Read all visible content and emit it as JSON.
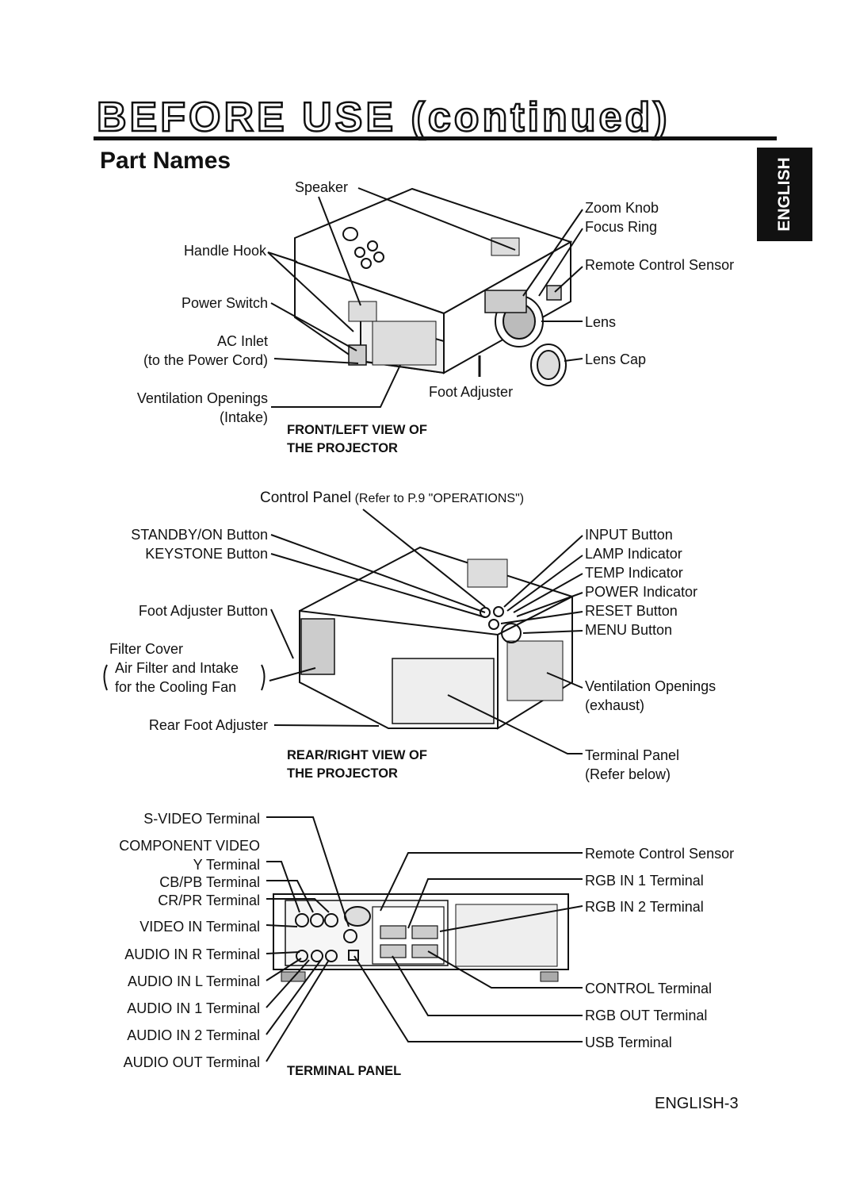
{
  "header": {
    "title": "BEFORE USE (continued)",
    "subtitle": "Part Names",
    "side_tab": "ENGLISH"
  },
  "front_view": {
    "caption_line1": "FRONT/LEFT VIEW OF",
    "caption_line2": "THE PROJECTOR",
    "labels": {
      "speaker": "Speaker",
      "handle_hook": "Handle Hook",
      "power_switch": "Power Switch",
      "ac_inlet": "AC Inlet",
      "ac_inlet_sub": "(to the Power Cord)",
      "ventilation": "Ventilation Openings",
      "ventilation_sub": "(Intake)",
      "zoom_knob": "Zoom Knob",
      "focus_ring": "Focus Ring",
      "remote_sensor": "Remote Control Sensor",
      "lens": "Lens",
      "lens_cap": "Lens Cap",
      "foot_adjuster": "Foot Adjuster"
    }
  },
  "rear_view": {
    "control_panel": "Control Panel",
    "control_panel_ref": "(Refer to P.9 \"OPERATIONS\")",
    "caption_line1": "REAR/RIGHT VIEW OF",
    "caption_line2": "THE PROJECTOR",
    "labels": {
      "standby_on": "STANDBY/ON Button",
      "keystone": "KEYSTONE Button",
      "foot_adjuster_button": "Foot Adjuster Button",
      "filter_cover": "Filter Cover",
      "air_filter_1": "Air Filter and Intake",
      "air_filter_2": "for the Cooling Fan",
      "rear_foot": "Rear Foot Adjuster",
      "input": "INPUT Button",
      "lamp": "LAMP Indicator",
      "temp": "TEMP Indicator",
      "power": "POWER Indicator",
      "reset": "RESET Button",
      "menu": "MENU Button",
      "vent_exhaust": "Ventilation Openings",
      "vent_exhaust_sub": "(exhaust)",
      "terminal_panel": "Terminal Panel",
      "terminal_panel_sub": "(Refer below)"
    }
  },
  "terminal_panel": {
    "caption": "TERMINAL PANEL",
    "left": {
      "svideo": "S-VIDEO Terminal",
      "component": "COMPONENT VIDEO",
      "y": "Y Terminal",
      "cb_pb": "CB/PB Terminal",
      "cr_pr": "CR/PR Terminal",
      "video_in": "VIDEO IN Terminal",
      "audio_r": "AUDIO IN R Terminal",
      "audio_l": "AUDIO IN L Terminal",
      "audio_1": "AUDIO IN 1 Terminal",
      "audio_2": "AUDIO IN 2 Terminal",
      "audio_out": "AUDIO OUT Terminal"
    },
    "right": {
      "remote_sensor": "Remote Control Sensor",
      "rgb_in_1": "RGB IN 1 Terminal",
      "rgb_in_2": "RGB IN 2 Terminal",
      "control": "CONTROL Terminal",
      "rgb_out": "RGB OUT Terminal",
      "usb": "USB Terminal"
    }
  },
  "footer": {
    "page": "ENGLISH-3"
  }
}
